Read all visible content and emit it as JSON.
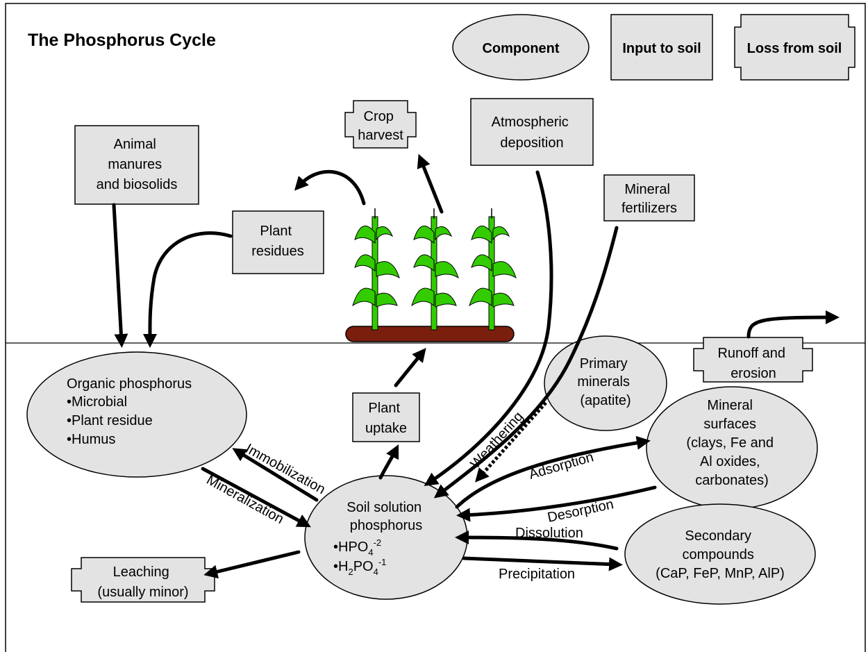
{
  "title": "The Phosphorus Cycle",
  "legend": {
    "component": "Component",
    "input": "Input to soil",
    "loss": "Loss from soil"
  },
  "nodes": {
    "animal_manures": [
      "Animal",
      "manures",
      "and biosolids"
    ],
    "crop_harvest": [
      "Crop",
      "harvest"
    ],
    "atmospheric": [
      "Atmospheric",
      "deposition"
    ],
    "mineral_fertilizers": [
      "Mineral",
      "fertilizers"
    ],
    "plant_residues": [
      "Plant",
      "residues"
    ],
    "plant_uptake": [
      "Plant",
      "uptake"
    ],
    "runoff": [
      "Runoff and",
      "erosion"
    ],
    "leaching": [
      "Leaching",
      "(usually minor)"
    ],
    "organic_p": [
      "Organic phosphorus",
      "•Microbial",
      "•Plant residue",
      "•Humus"
    ],
    "primary_minerals": [
      "Primary",
      "minerals",
      "(apatite)"
    ],
    "mineral_surfaces": [
      "Mineral",
      "surfaces",
      "(clays, Fe and",
      "Al oxides,",
      "carbonates)"
    ],
    "soil_solution": {
      "line1": "Soil solution",
      "line2": "phosphorus",
      "ion1_base": "•HPO",
      "ion1_sub": "4",
      "ion1_sup": "-2",
      "ion2_pre": "•H",
      "ion2_sub1": "2",
      "ion2_mid": "PO",
      "ion2_sub2": "4",
      "ion2_sup": "-1"
    },
    "secondary": [
      "Secondary",
      "compounds",
      "(CaP, FeP, MnP, AlP)"
    ]
  },
  "process_labels": {
    "immobilization": "Immobilization",
    "mineralization": "Mineralization",
    "weathering": "Weathering",
    "adsorption": "Adsorption",
    "desorption": "Desorption",
    "dissolution": "Dissolution",
    "precipitation": "Precipitation"
  },
  "colors": {
    "box_fill": "#e3e3e3",
    "plant_green": "#33cc00",
    "soil_brown": "#7a1e0e"
  }
}
